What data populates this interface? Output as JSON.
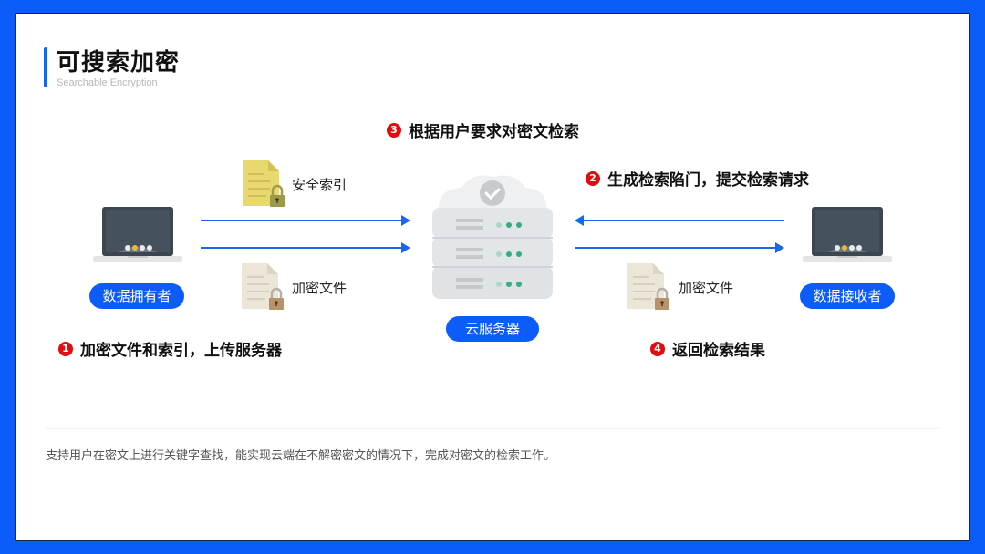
{
  "header": {
    "title": "可搜索加密",
    "subtitle": "Searchable Encryption"
  },
  "steps": [
    {
      "number": "1",
      "text": "加密文件和索引，上传服务器"
    },
    {
      "number": "2",
      "text": "生成检索陷门，提交检索请求"
    },
    {
      "number": "3",
      "text": "根据用户要求对密文检索"
    },
    {
      "number": "4",
      "text": "返回检索结果"
    }
  ],
  "nodes": {
    "owner": {
      "label": "数据拥有者",
      "icon": "laptop-icon"
    },
    "server": {
      "label": "云服务器",
      "icon": "cloud-server-icon"
    },
    "receiver": {
      "label": "数据接收者",
      "icon": "laptop-icon"
    }
  },
  "documents": {
    "secure_index": {
      "label": "安全索引",
      "icon": "locked-document-icon",
      "color": "#e8d870"
    },
    "encrypted_file_left": {
      "label": "加密文件",
      "icon": "locked-document-icon",
      "color": "#ece6d8"
    },
    "encrypted_file_right": {
      "label": "加密文件",
      "icon": "locked-document-icon",
      "color": "#ece6d8"
    }
  },
  "description": "支持用户在密文上进行关键字查找，能实现云端在不解密密文的情况下，完成对密文的检索工作。",
  "colors": {
    "frame": "#0b5cf8",
    "accent": "#1565f0",
    "arrow": "#1a66ee",
    "step_badge": "#e00c10"
  }
}
